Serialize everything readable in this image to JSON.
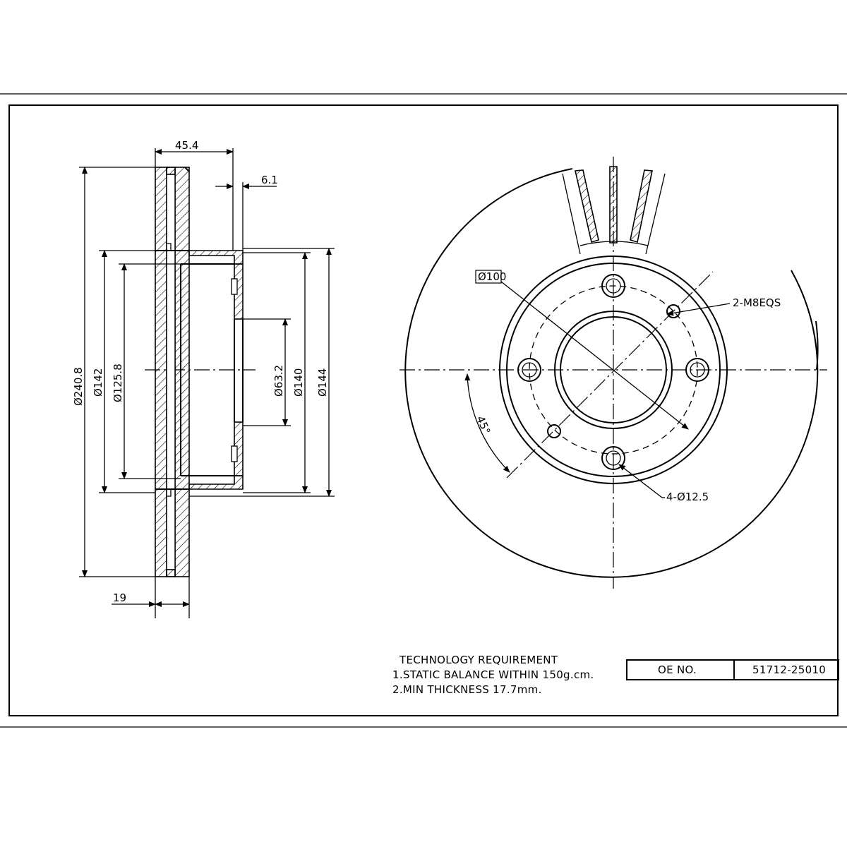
{
  "dimensions": {
    "hub_width": "45.4",
    "hat_thickness": "6.1",
    "outer_diameter": "Ø240.8",
    "d142": "Ø142",
    "d125_8": "Ø125.8",
    "d63_2": "Ø63.2",
    "d140": "Ø140",
    "d144": "Ø144",
    "disc_thickness": "19",
    "pcd": "Ø100",
    "thread_holes": "2-M8EQS",
    "angle": "45°",
    "bolt_holes": "4-Ø12.5"
  },
  "notes": {
    "title": "TECHNOLOGY REQUIREMENT",
    "line1": "1.STATIC BALANCE WITHIN 150g.cm.",
    "line2": "2.MIN THICKNESS 17.7mm."
  },
  "title_block": {
    "oe_label": "OE NO.",
    "oe_value": "51712-25010"
  }
}
